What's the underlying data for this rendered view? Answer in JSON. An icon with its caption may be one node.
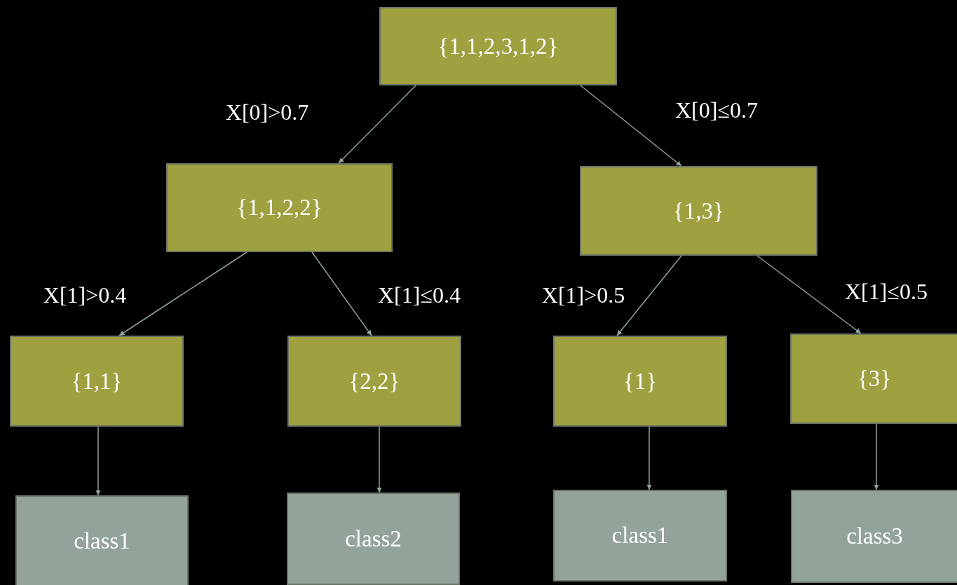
{
  "diagram": {
    "nodes": [
      {
        "text": [
          "{1,1,2,3,1,2}"
        ]
      },
      {
        "text": [
          "{1,1,2,2}"
        ]
      },
      {
        "text": [
          "{1,3}"
        ]
      },
      {
        "text": [
          "{1,1}"
        ]
      },
      {
        "text": [
          "{2,2}"
        ]
      },
      {
        "text": [
          "{1}"
        ]
      },
      {
        "text": [
          "{3}"
        ]
      },
      {
        "text": [
          "class1"
        ]
      },
      {
        "text": [
          "class2"
        ]
      },
      {
        "text": [
          "class1"
        ]
      },
      {
        "text": [
          "class3"
        ]
      }
    ],
    "edges": [
      {
        "from": 0,
        "to": 1,
        "arrow": "to",
        "label": "X[0]>0.7"
      },
      {
        "from": 0,
        "to": 2,
        "arrow": "to",
        "label": "X[0]≤0.7"
      },
      {
        "from": 1,
        "to": 3,
        "arrow": "to",
        "label": "X[1]>0.4"
      },
      {
        "from": 1,
        "to": 4,
        "arrow": "to",
        "label": "X[1]≤0.4"
      },
      {
        "from": 2,
        "to": 5,
        "arrow": "to",
        "label": "X[1]>0.5"
      },
      {
        "from": 2,
        "to": 6,
        "arrow": "to",
        "label": "X[1]≤0.5"
      },
      {
        "from": 3,
        "to": 7,
        "arrow": "to"
      },
      {
        "from": 4,
        "to": 8,
        "arrow": "to"
      },
      {
        "from": 5,
        "to": 9,
        "arrow": "to"
      },
      {
        "from": 6,
        "to": 10,
        "arrow": "to"
      }
    ]
  }
}
